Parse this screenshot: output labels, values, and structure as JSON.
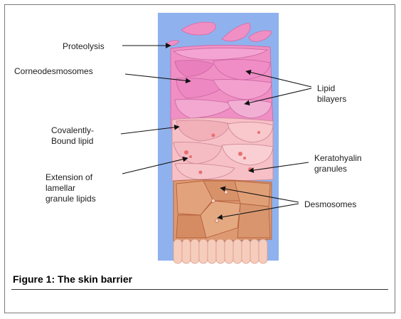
{
  "figure": {
    "caption": "Figure 1: The skin barrier"
  },
  "labels": {
    "proteolysis": "Proteolysis",
    "corneodesmosomes": "Corneodesmosomes",
    "covalently_bound_lipid": "Covalently-\nBound lipid",
    "extension_lamellar": "Extension of\nlamellar\ngranule lipids",
    "lipid_bilayers": "Lipid\nbilayers",
    "keratohyalin_granules": "Keratohyalin\ngranules",
    "desmosomes": "Desmosomes"
  },
  "colors": {
    "background_panel": "#8fb2ee",
    "stratum_corneum": "#ef8fc4",
    "stratum_granulosum": "#f7c0c6",
    "stratum_spinosum": "#dd9a72",
    "stratum_basale": "#f6cdbd",
    "keratohyalin": "#e8706e",
    "arrow": "#111111"
  }
}
